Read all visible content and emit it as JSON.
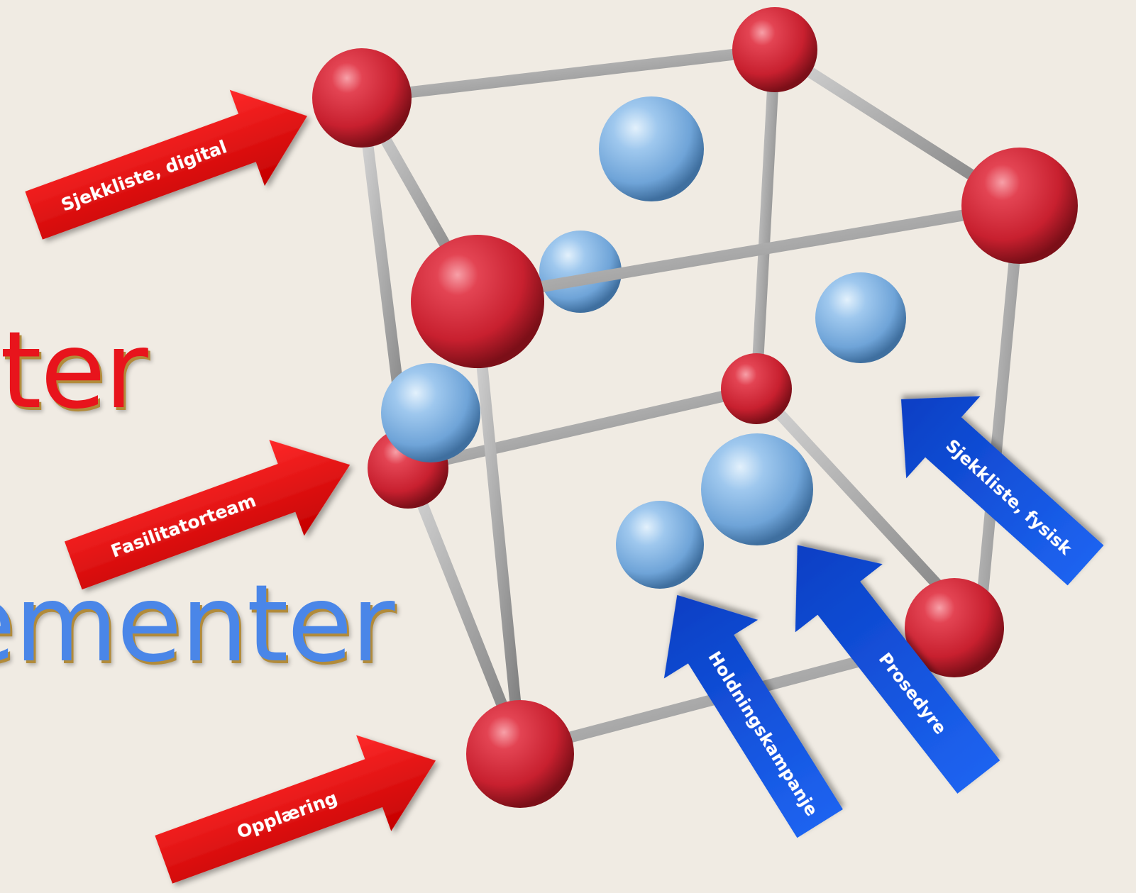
{
  "words": {
    "red": "ter",
    "blue": "ementer"
  },
  "red_arrows": [
    {
      "label": "Sjekkliste, digital"
    },
    {
      "label": "Fasilitatorteam"
    },
    {
      "label": "Opplæring"
    }
  ],
  "blue_arrows": [
    {
      "label": "Sjekkliste, fysisk"
    },
    {
      "label": "Prosedyre"
    },
    {
      "label": "Holdningskampanje"
    }
  ],
  "colors": {
    "background": "#f0ebe3",
    "red_word": "#e8141c",
    "blue_word": "#4a86e8",
    "red_arrow": "#e00c0c",
    "blue_arrow": "#1050e0",
    "red_atom": "#d8313f",
    "blue_atom": "#7fb2e2",
    "rod": "#9a9a9a"
  }
}
